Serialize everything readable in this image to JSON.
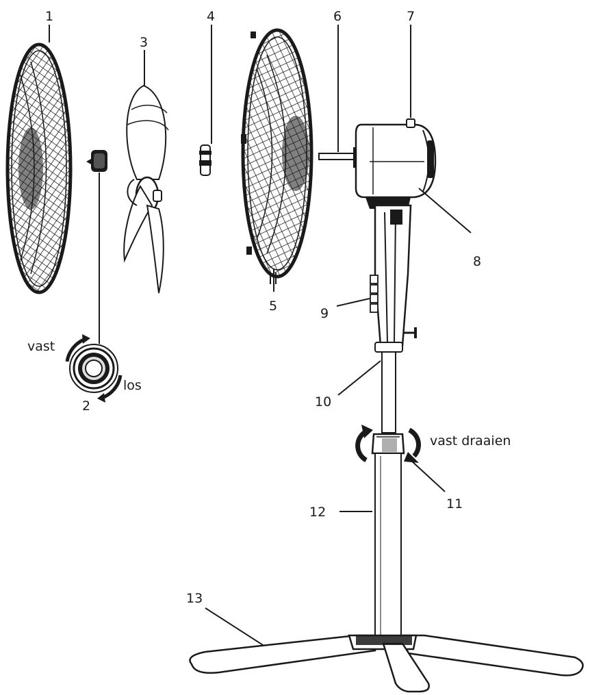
{
  "callouts": {
    "c1": "1",
    "c2": "2",
    "c3": "3",
    "c4": "4",
    "c5": "5",
    "c6": "6",
    "c7": "7",
    "c8": "8",
    "c9": "9",
    "c10": "10",
    "c11": "11",
    "c12": "12",
    "c13": "13"
  },
  "annotations": {
    "tighten": "vast",
    "loosen": "los",
    "tighten_turn": "vast draaien"
  }
}
